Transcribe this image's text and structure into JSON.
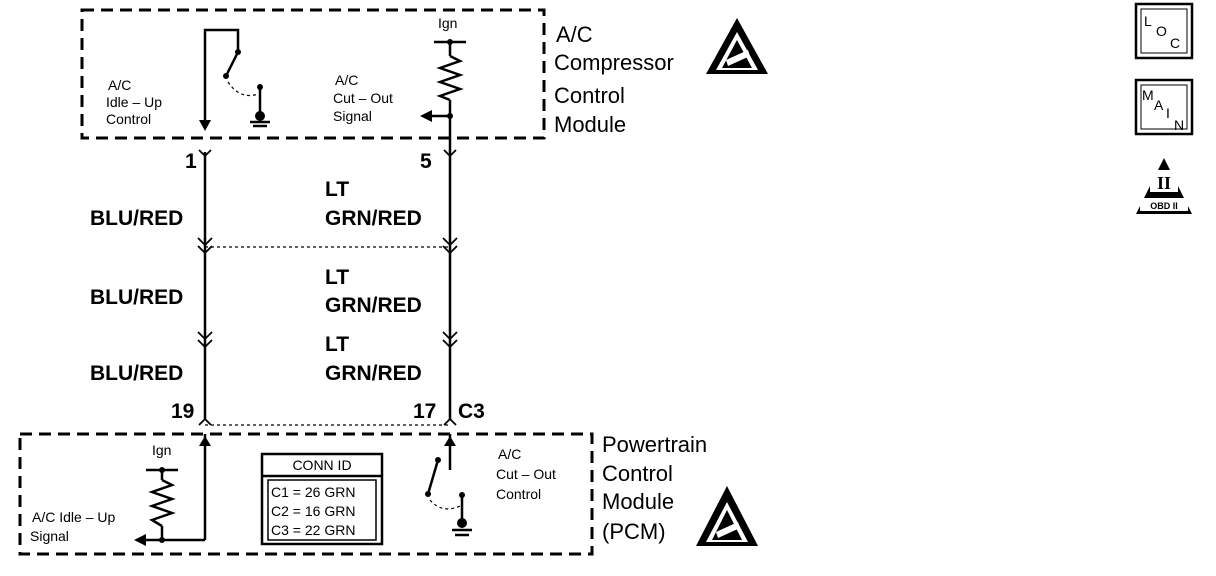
{
  "top_module": {
    "name_lines": [
      "A/C",
      "Compressor",
      "Control",
      "Module"
    ],
    "idle_up_lines": [
      "A/C",
      "Idle – Up",
      "Control"
    ],
    "cutout_lines": [
      "A/C",
      "Cut – Out",
      "Signal"
    ],
    "ign_label": "Ign"
  },
  "pins_top": {
    "left": "1",
    "right": "5"
  },
  "wires": {
    "left": [
      "BLU/RED",
      "BLU/RED",
      "BLU/RED"
    ],
    "right": [
      [
        "LT",
        "GRN/RED"
      ],
      [
        "LT",
        "GRN/RED"
      ],
      [
        "LT",
        "GRN/RED"
      ]
    ]
  },
  "pins_bottom": {
    "left": "19",
    "right": "17",
    "connector": "C3"
  },
  "pcm": {
    "name_lines": [
      "Powertrain",
      "Control",
      "Module",
      "(PCM)"
    ],
    "ign_label": "Ign",
    "idle_up_lines": [
      "A/C Idle – Up",
      "Signal"
    ],
    "cutout_lines": [
      "A/C",
      "Cut – Out",
      "Control"
    ],
    "conn_id": {
      "title": "CONN ID",
      "rows": [
        "C1 = 26 GRN",
        "C2 = 16 GRN",
        "C3 = 22 GRN"
      ]
    }
  },
  "badges": {
    "loc": [
      "L",
      "O",
      "C"
    ],
    "main": [
      "M",
      "A",
      "I",
      "N"
    ],
    "obd": "OBD II",
    "obd_numeral": "II"
  }
}
